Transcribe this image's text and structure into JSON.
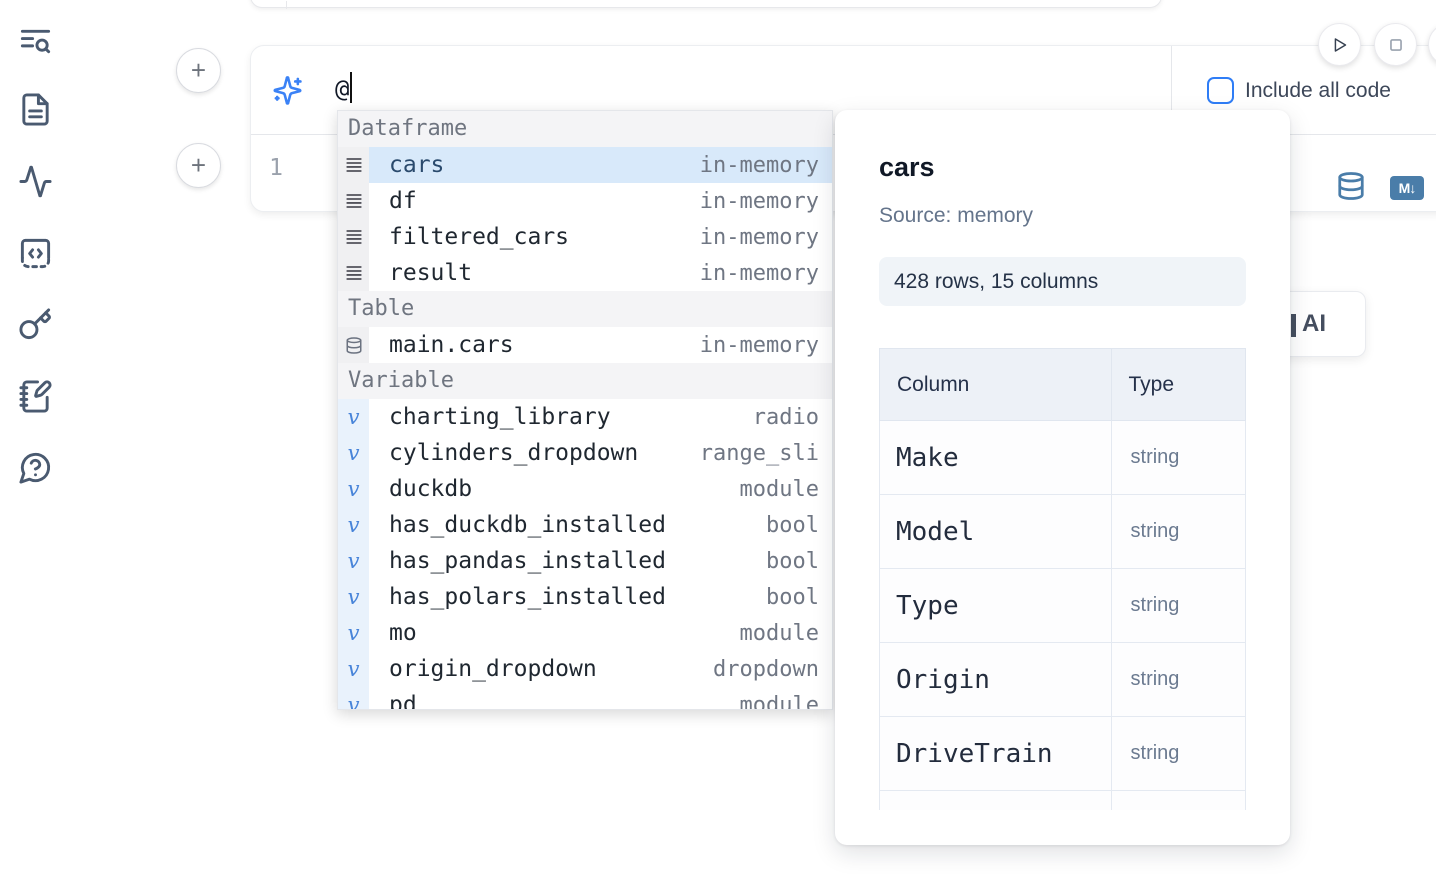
{
  "sidebar": {
    "icons": [
      "toc-search-icon",
      "file-icon",
      "activity-icon",
      "snippets-icon",
      "key-icon",
      "scratchpad-icon",
      "help-icon"
    ]
  },
  "cell_actions": {
    "add_cell_above": "+",
    "add_cell_below": "+"
  },
  "ai_prompt": {
    "value": "@",
    "include_all_code_label": "Include all code",
    "checkbox_checked": false
  },
  "editor": {
    "line_number": "1",
    "markdown_badge": "M↓"
  },
  "ai_button": {
    "visible_label": "AI"
  },
  "autocomplete": {
    "sections": [
      {
        "label": "Dataframe",
        "items": [
          {
            "name": "cars",
            "detail": "in-memory",
            "kind": "dataframe",
            "selected": true
          },
          {
            "name": "df",
            "detail": "in-memory",
            "kind": "dataframe"
          },
          {
            "name": "filtered_cars",
            "detail": "in-memory",
            "kind": "dataframe"
          },
          {
            "name": "result",
            "detail": "in-memory",
            "kind": "dataframe"
          }
        ]
      },
      {
        "label": "Table",
        "items": [
          {
            "name": "main.cars",
            "detail": "in-memory",
            "kind": "table"
          }
        ]
      },
      {
        "label": "Variable",
        "items": [
          {
            "name": "charting_library",
            "detail": "radio",
            "kind": "variable"
          },
          {
            "name": "cylinders_dropdown",
            "detail": "range_sli",
            "kind": "variable"
          },
          {
            "name": "duckdb",
            "detail": "module",
            "kind": "variable"
          },
          {
            "name": "has_duckdb_installed",
            "detail": "bool",
            "kind": "variable"
          },
          {
            "name": "has_pandas_installed",
            "detail": "bool",
            "kind": "variable"
          },
          {
            "name": "has_polars_installed",
            "detail": "bool",
            "kind": "variable"
          },
          {
            "name": "mo",
            "detail": "module",
            "kind": "variable"
          },
          {
            "name": "origin_dropdown",
            "detail": "dropdown",
            "kind": "variable"
          },
          {
            "name": "pd",
            "detail": "module",
            "kind": "variable"
          }
        ]
      }
    ]
  },
  "preview_panel": {
    "title": "cars",
    "source": "Source: memory",
    "shape_badge": "428 rows, 15 columns",
    "schema_table": {
      "headers": [
        "Column",
        "Type"
      ],
      "rows": [
        [
          "Make",
          "string"
        ],
        [
          "Model",
          "string"
        ],
        [
          "Type",
          "string"
        ],
        [
          "Origin",
          "string"
        ],
        [
          "DriveTrain",
          "string"
        ]
      ]
    }
  },
  "colors": {
    "accent_blue": "#3b82f6",
    "steel_blue": "#4a7da9",
    "selected_row_bg": "#d8e9fa",
    "sidebar_icon": "#4a5a70"
  }
}
